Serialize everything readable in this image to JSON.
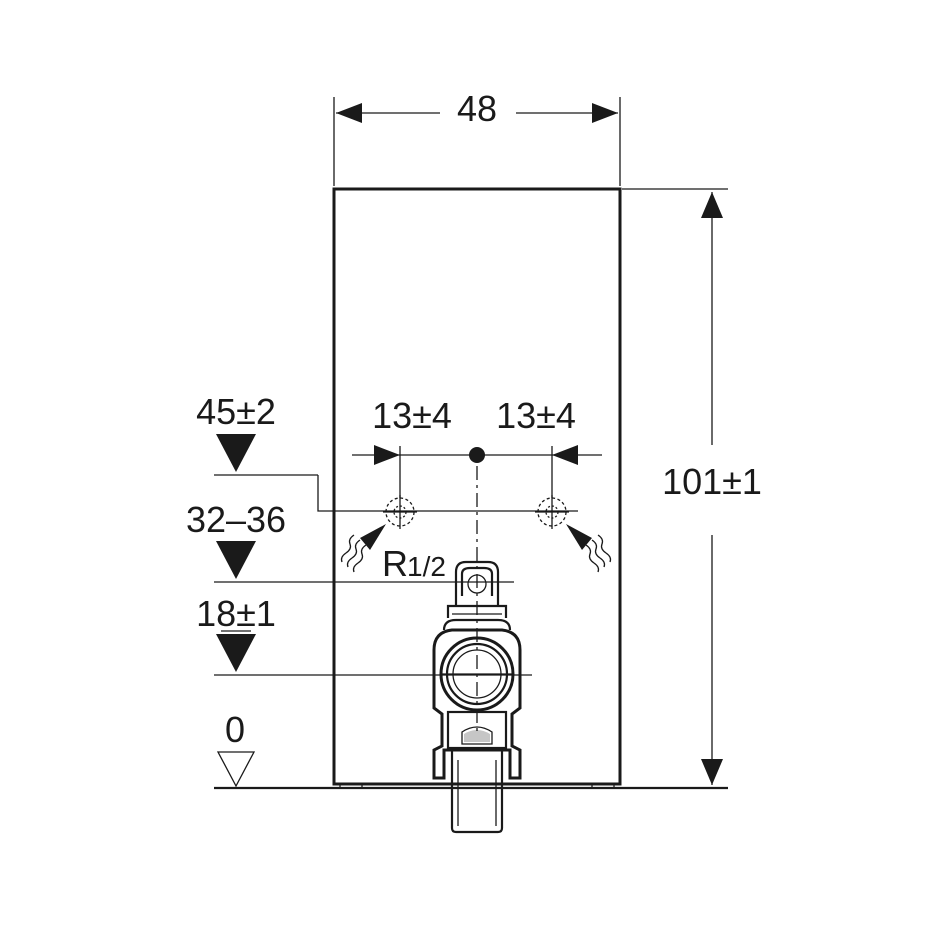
{
  "dimensions": {
    "width": "48",
    "height": "101±1",
    "offset_left": "13±4",
    "offset_right": "13±4"
  },
  "levels": [
    {
      "label": "45±2",
      "marker": "filled-triangle"
    },
    {
      "label": "32–36",
      "marker": "filled-triangle"
    },
    {
      "label": "18±1",
      "marker": "filled-triangle"
    },
    {
      "label": "0",
      "marker": "hollow-triangle"
    }
  ],
  "connection": {
    "thread_label": "R",
    "thread_fraction": "1/2"
  },
  "icons": [
    "water-supply-arrow-icon",
    "water-supply-arrow-icon",
    "filled-level-triangle-icon",
    "hollow-level-triangle-icon",
    "drain-connector-icon"
  ],
  "colors": {
    "line": "#1a1a1a",
    "background": "#ffffff"
  }
}
